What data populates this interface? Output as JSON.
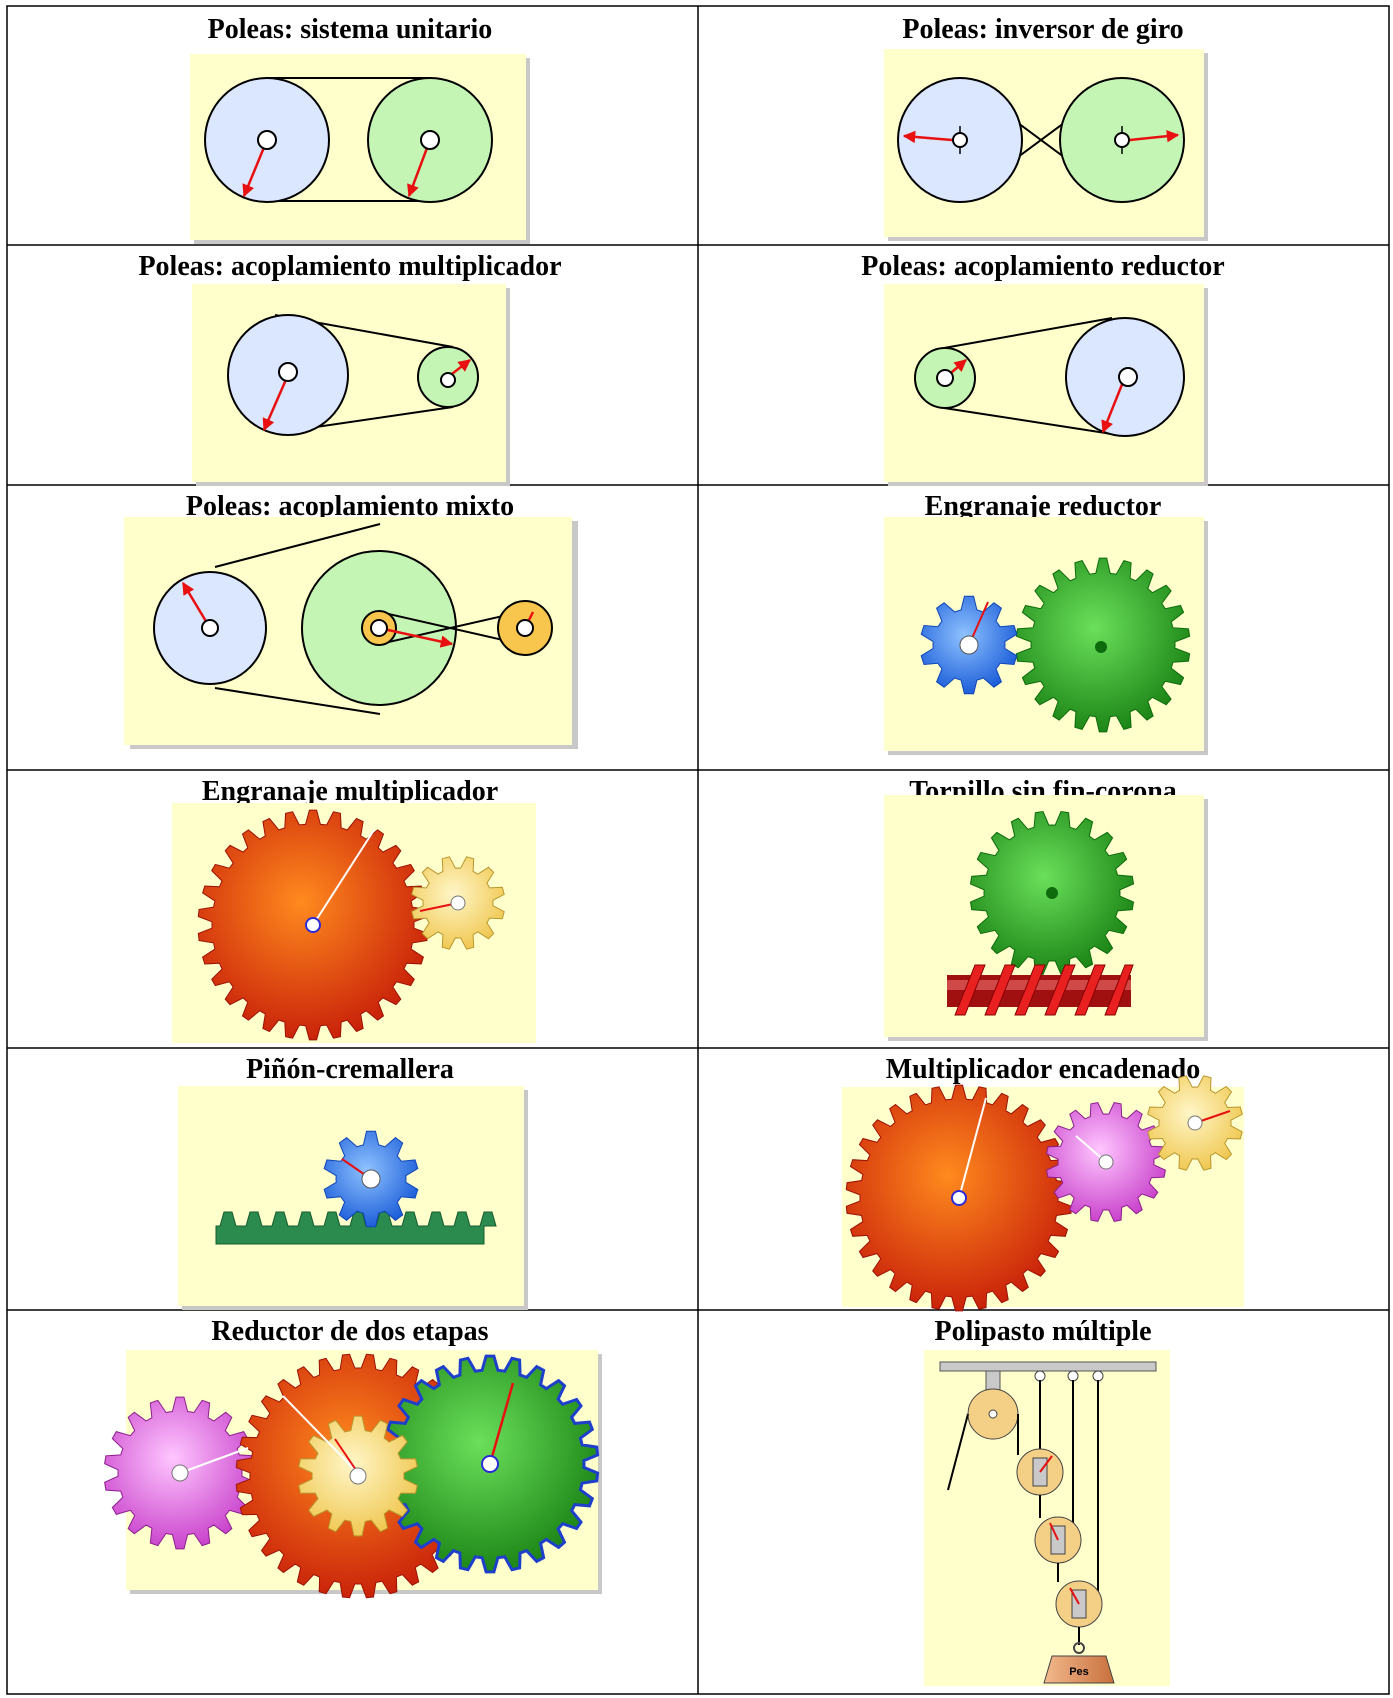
{
  "cells": [
    {
      "title": "Poleas: sistema unitario"
    },
    {
      "title": "Poleas: inversor de giro"
    },
    {
      "title": "Poleas: acoplamiento multiplicador"
    },
    {
      "title": "Poleas: acoplamiento reductor"
    },
    {
      "title": "Poleas: acoplamiento mixto"
    },
    {
      "title": "Engranaje reductor"
    },
    {
      "title": "Engranaje multiplicador"
    },
    {
      "title": "Tornillo sin fin-corona"
    },
    {
      "title": "Piñón-cremallera"
    },
    {
      "title": "Multiplicador encadenado"
    },
    {
      "title": "Reductor de dos etapas"
    },
    {
      "title": "Polipasto múltiple",
      "weight_label": "Pes"
    }
  ],
  "colors": {
    "panel": "#ffffcc",
    "panel_shadow": "#c0c0c0",
    "pulley_blue": "#dbe6ff",
    "pulley_green": "#c5f5b4",
    "pulley_orange": "#f8c64c",
    "gear_blue": "#2f7bea",
    "gear_green": "#2ba11e",
    "gear_red": "#d9300d",
    "gear_yellow": "#f6d673",
    "gear_magenta": "#d65ad8",
    "rack_green": "#2b8a4e",
    "worm_red": "#d01818",
    "arrow_red": "#e81010",
    "weight_brown": "#e9a372"
  }
}
